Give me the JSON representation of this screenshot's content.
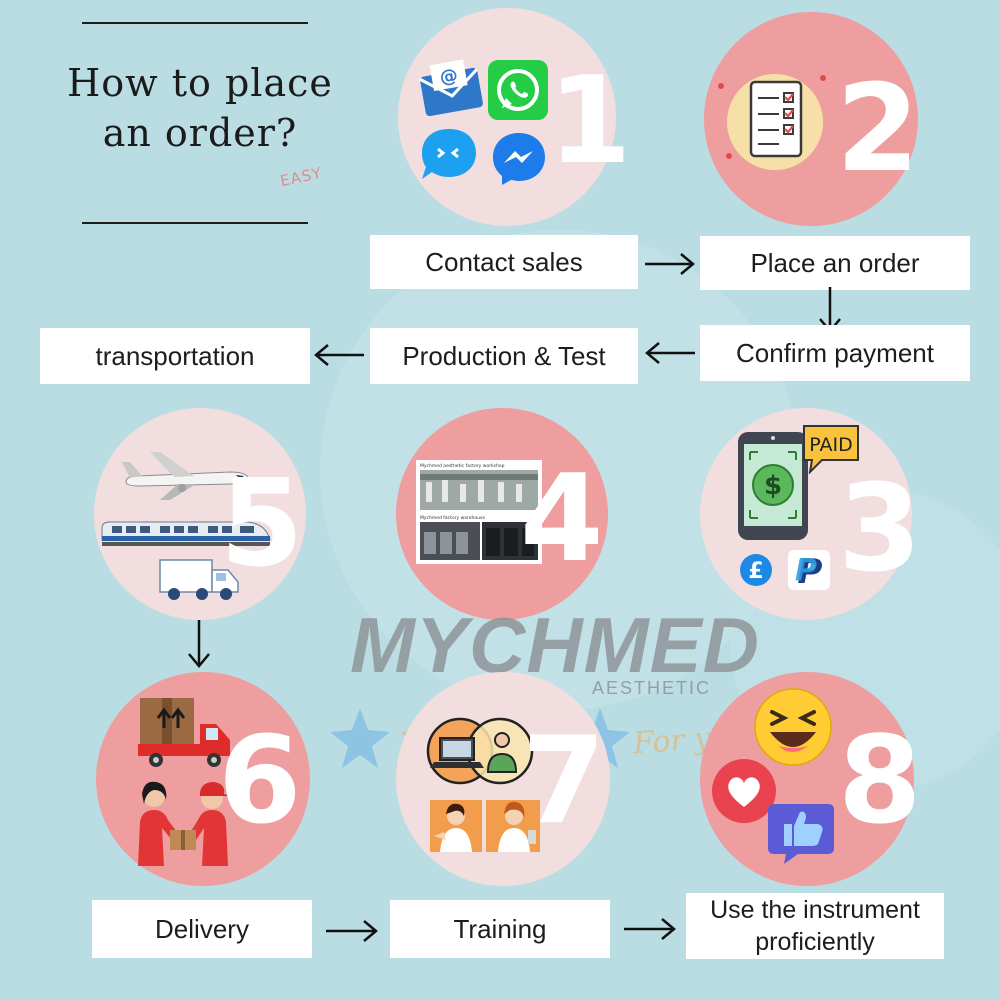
{
  "header": {
    "title_line1": "How to place",
    "title_line2": "an order?",
    "tag": "EASY"
  },
  "watermark": {
    "brand": "MYCHMED",
    "sub": "AESTHETIC",
    "slogan": "For you!"
  },
  "steps": [
    {
      "number": "1",
      "label": "Contact sales",
      "icons": [
        "email-icon",
        "whatsapp-icon",
        "chat-bubble-icon",
        "messenger-icon"
      ]
    },
    {
      "number": "2",
      "label": "Place an order",
      "icons": [
        "checklist-icon"
      ]
    },
    {
      "number": "3",
      "label": "Confirm payment",
      "icons": [
        "phone-dollar-icon",
        "paid-bubble-icon",
        "pound-icon",
        "paypal-icon"
      ],
      "badge": "PAID"
    },
    {
      "number": "4",
      "label": "Production & Test",
      "icons": [
        "factory-photo-icon"
      ],
      "photo_caption_1": "Mychmed aesthetic factory workshop",
      "photo_caption_2": "Mychmed factory warehouse"
    },
    {
      "number": "5",
      "label": "transportation",
      "icons": [
        "airplane-icon",
        "train-icon",
        "truck-icon"
      ]
    },
    {
      "number": "6",
      "label": "Delivery",
      "icons": [
        "delivery-truck-icon",
        "handover-icon"
      ]
    },
    {
      "number": "7",
      "label": "Training",
      "icons": [
        "laptop-person-icon",
        "trainers-icon"
      ]
    },
    {
      "number": "8",
      "label": "Use the instrument proficiently",
      "icons": [
        "laughing-emoji-icon",
        "heart-icon",
        "thumbs-up-icon"
      ]
    }
  ],
  "colors": {
    "background": "#b9dde3",
    "circle_light": "#f2dede",
    "circle_pink": "#ee9e9f",
    "box": "#ffffff",
    "text": "#1d1d1d"
  }
}
